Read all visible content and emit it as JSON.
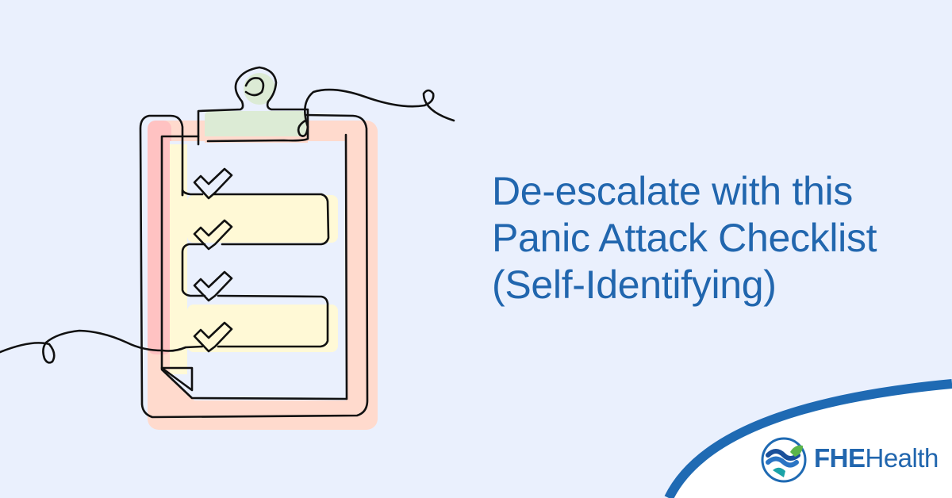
{
  "headline": {
    "lines": [
      "De-escalate with this",
      "Panic Attack Checklist",
      "(Self-Identifying)"
    ]
  },
  "brand": {
    "name_bold": "FHE",
    "name_regular": "Health",
    "logo_icon": "heart-wave-leaf-icon"
  },
  "illustration": {
    "subject": "clipboard-checklist-icon",
    "checkmarks": 4,
    "style": "single-line drawing"
  },
  "colors": {
    "background": "#eaf0fd",
    "accent_blue": "#2166ae",
    "swoosh_blue": "#1f6ab3",
    "clip_green": "#dcebd5",
    "board_red": "#ffc2c2",
    "board_peach": "#ffdacd",
    "paper_yellow": "#fff9d6",
    "line_black": "#111111",
    "leaf_green": "#5bb54a",
    "teal": "#1aa3a8"
  }
}
